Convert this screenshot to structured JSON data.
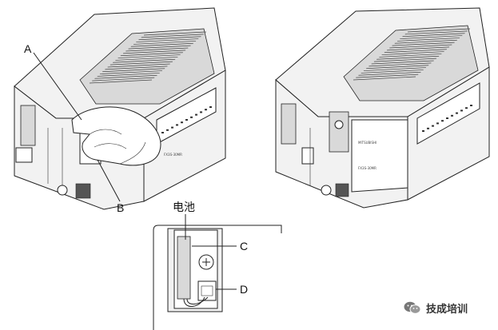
{
  "diagram": {
    "callouts": {
      "a": "A",
      "b": "B",
      "c": "C",
      "d": "D"
    },
    "battery_label": "电池",
    "left_unit_small_text": "FX3S-30MR",
    "right_unit_brand": "MITSUBISHI",
    "right_unit_small_text": "FX3S-30MR"
  },
  "watermark": {
    "icon": "wechat-icon",
    "text": "技成培训"
  }
}
